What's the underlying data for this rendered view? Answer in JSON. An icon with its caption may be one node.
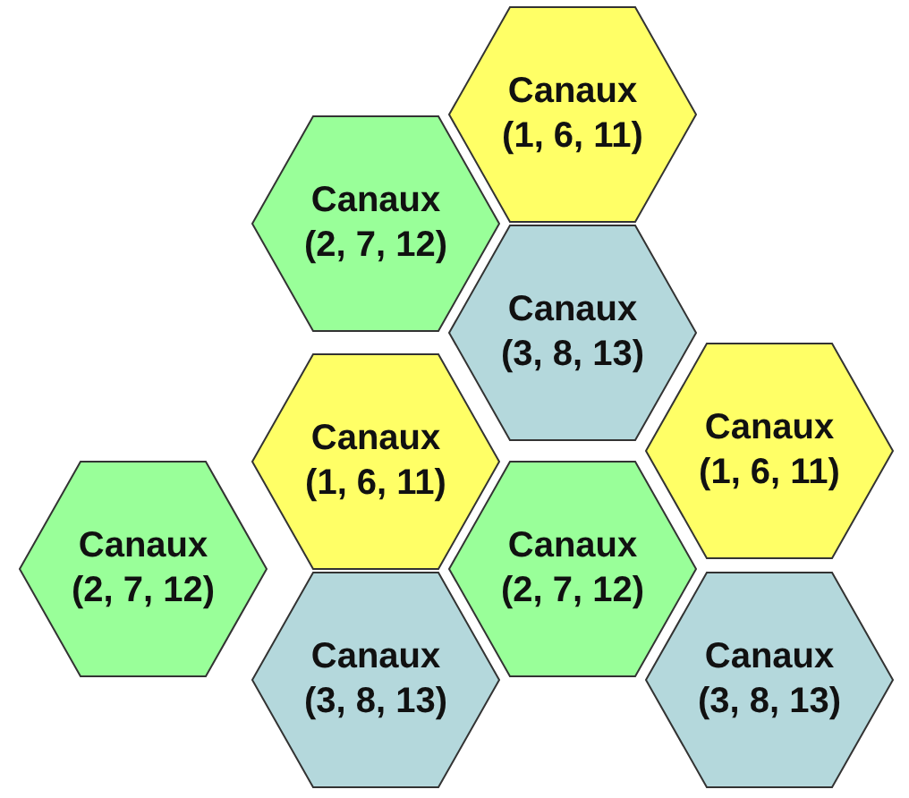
{
  "diagram": {
    "nodes": [
      {
        "text": [
          "Canaux (1, 6, 11)"
        ]
      },
      {
        "text": [
          "Canaux (2, 7, 12)"
        ]
      },
      {
        "text": [
          "Canaux (3, 8, 13)"
        ]
      },
      {
        "text": [
          "Canaux (1, 6, 11)"
        ]
      },
      {
        "text": [
          "Canaux (1, 6, 11)"
        ]
      },
      {
        "text": [
          "Canaux (2, 7, 12)"
        ]
      },
      {
        "text": [
          "Canaux (2, 7, 12)"
        ]
      },
      {
        "text": [
          "Canaux (3, 8, 13)"
        ]
      },
      {
        "text": [
          "Canaux (3, 8, 13)"
        ]
      }
    ]
  }
}
